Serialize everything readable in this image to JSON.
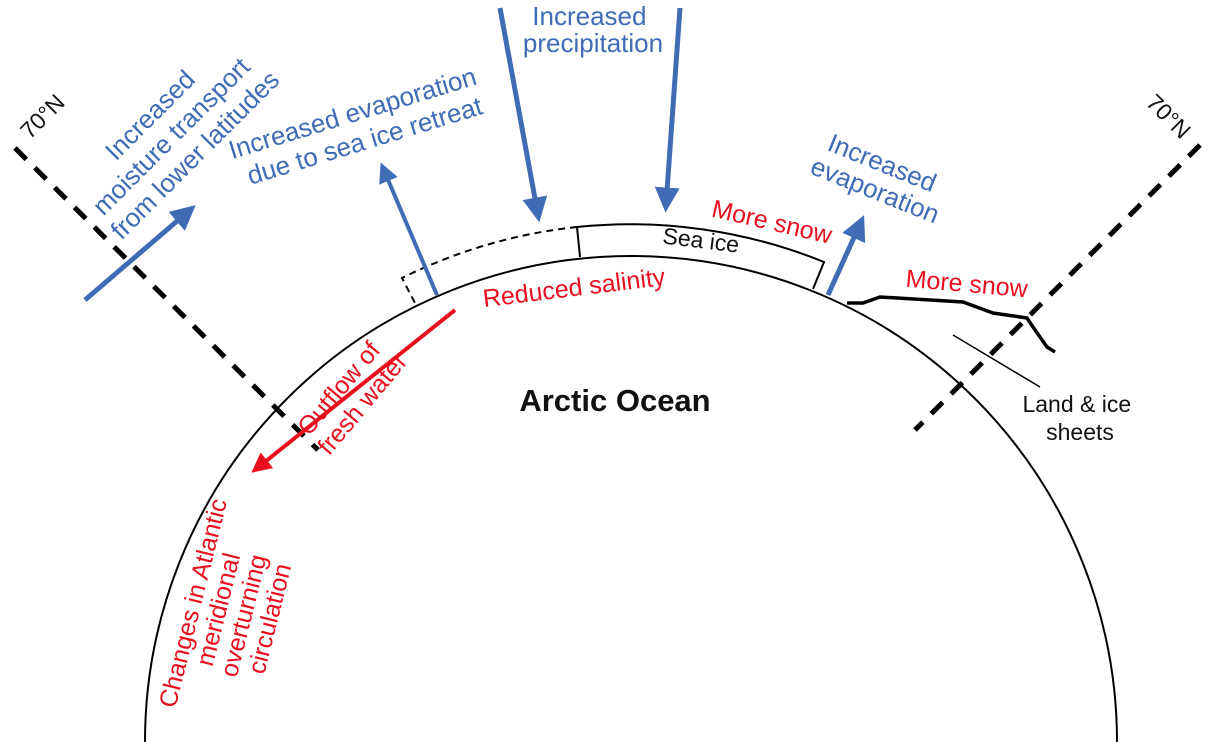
{
  "colors": {
    "blue": "#3f6cb5",
    "red": "#e8101e",
    "black": "#111111"
  },
  "labels": {
    "lat_left": "70°N",
    "lat_right": "70°N",
    "moisture": [
      "Increased",
      "moisture transport",
      "from lower latitudes"
    ],
    "evap_retreat": [
      "Increased evaporation",
      "due to sea ice retreat"
    ],
    "precip": [
      "Increased",
      "precipitation"
    ],
    "evap_right": [
      "Increased",
      "evaporation"
    ],
    "more_snow_1": "More snow",
    "more_snow_2": "More snow",
    "sea_ice": "Sea ice",
    "reduced_salinity": "Reduced salinity",
    "ocean": "Arctic Ocean",
    "outflow": [
      "Outflow of",
      "fresh water"
    ],
    "amoc": [
      "Changes in Atlantic",
      "meridional",
      "overturning",
      "circulation"
    ],
    "land": [
      "Land & ice",
      "sheets"
    ]
  }
}
